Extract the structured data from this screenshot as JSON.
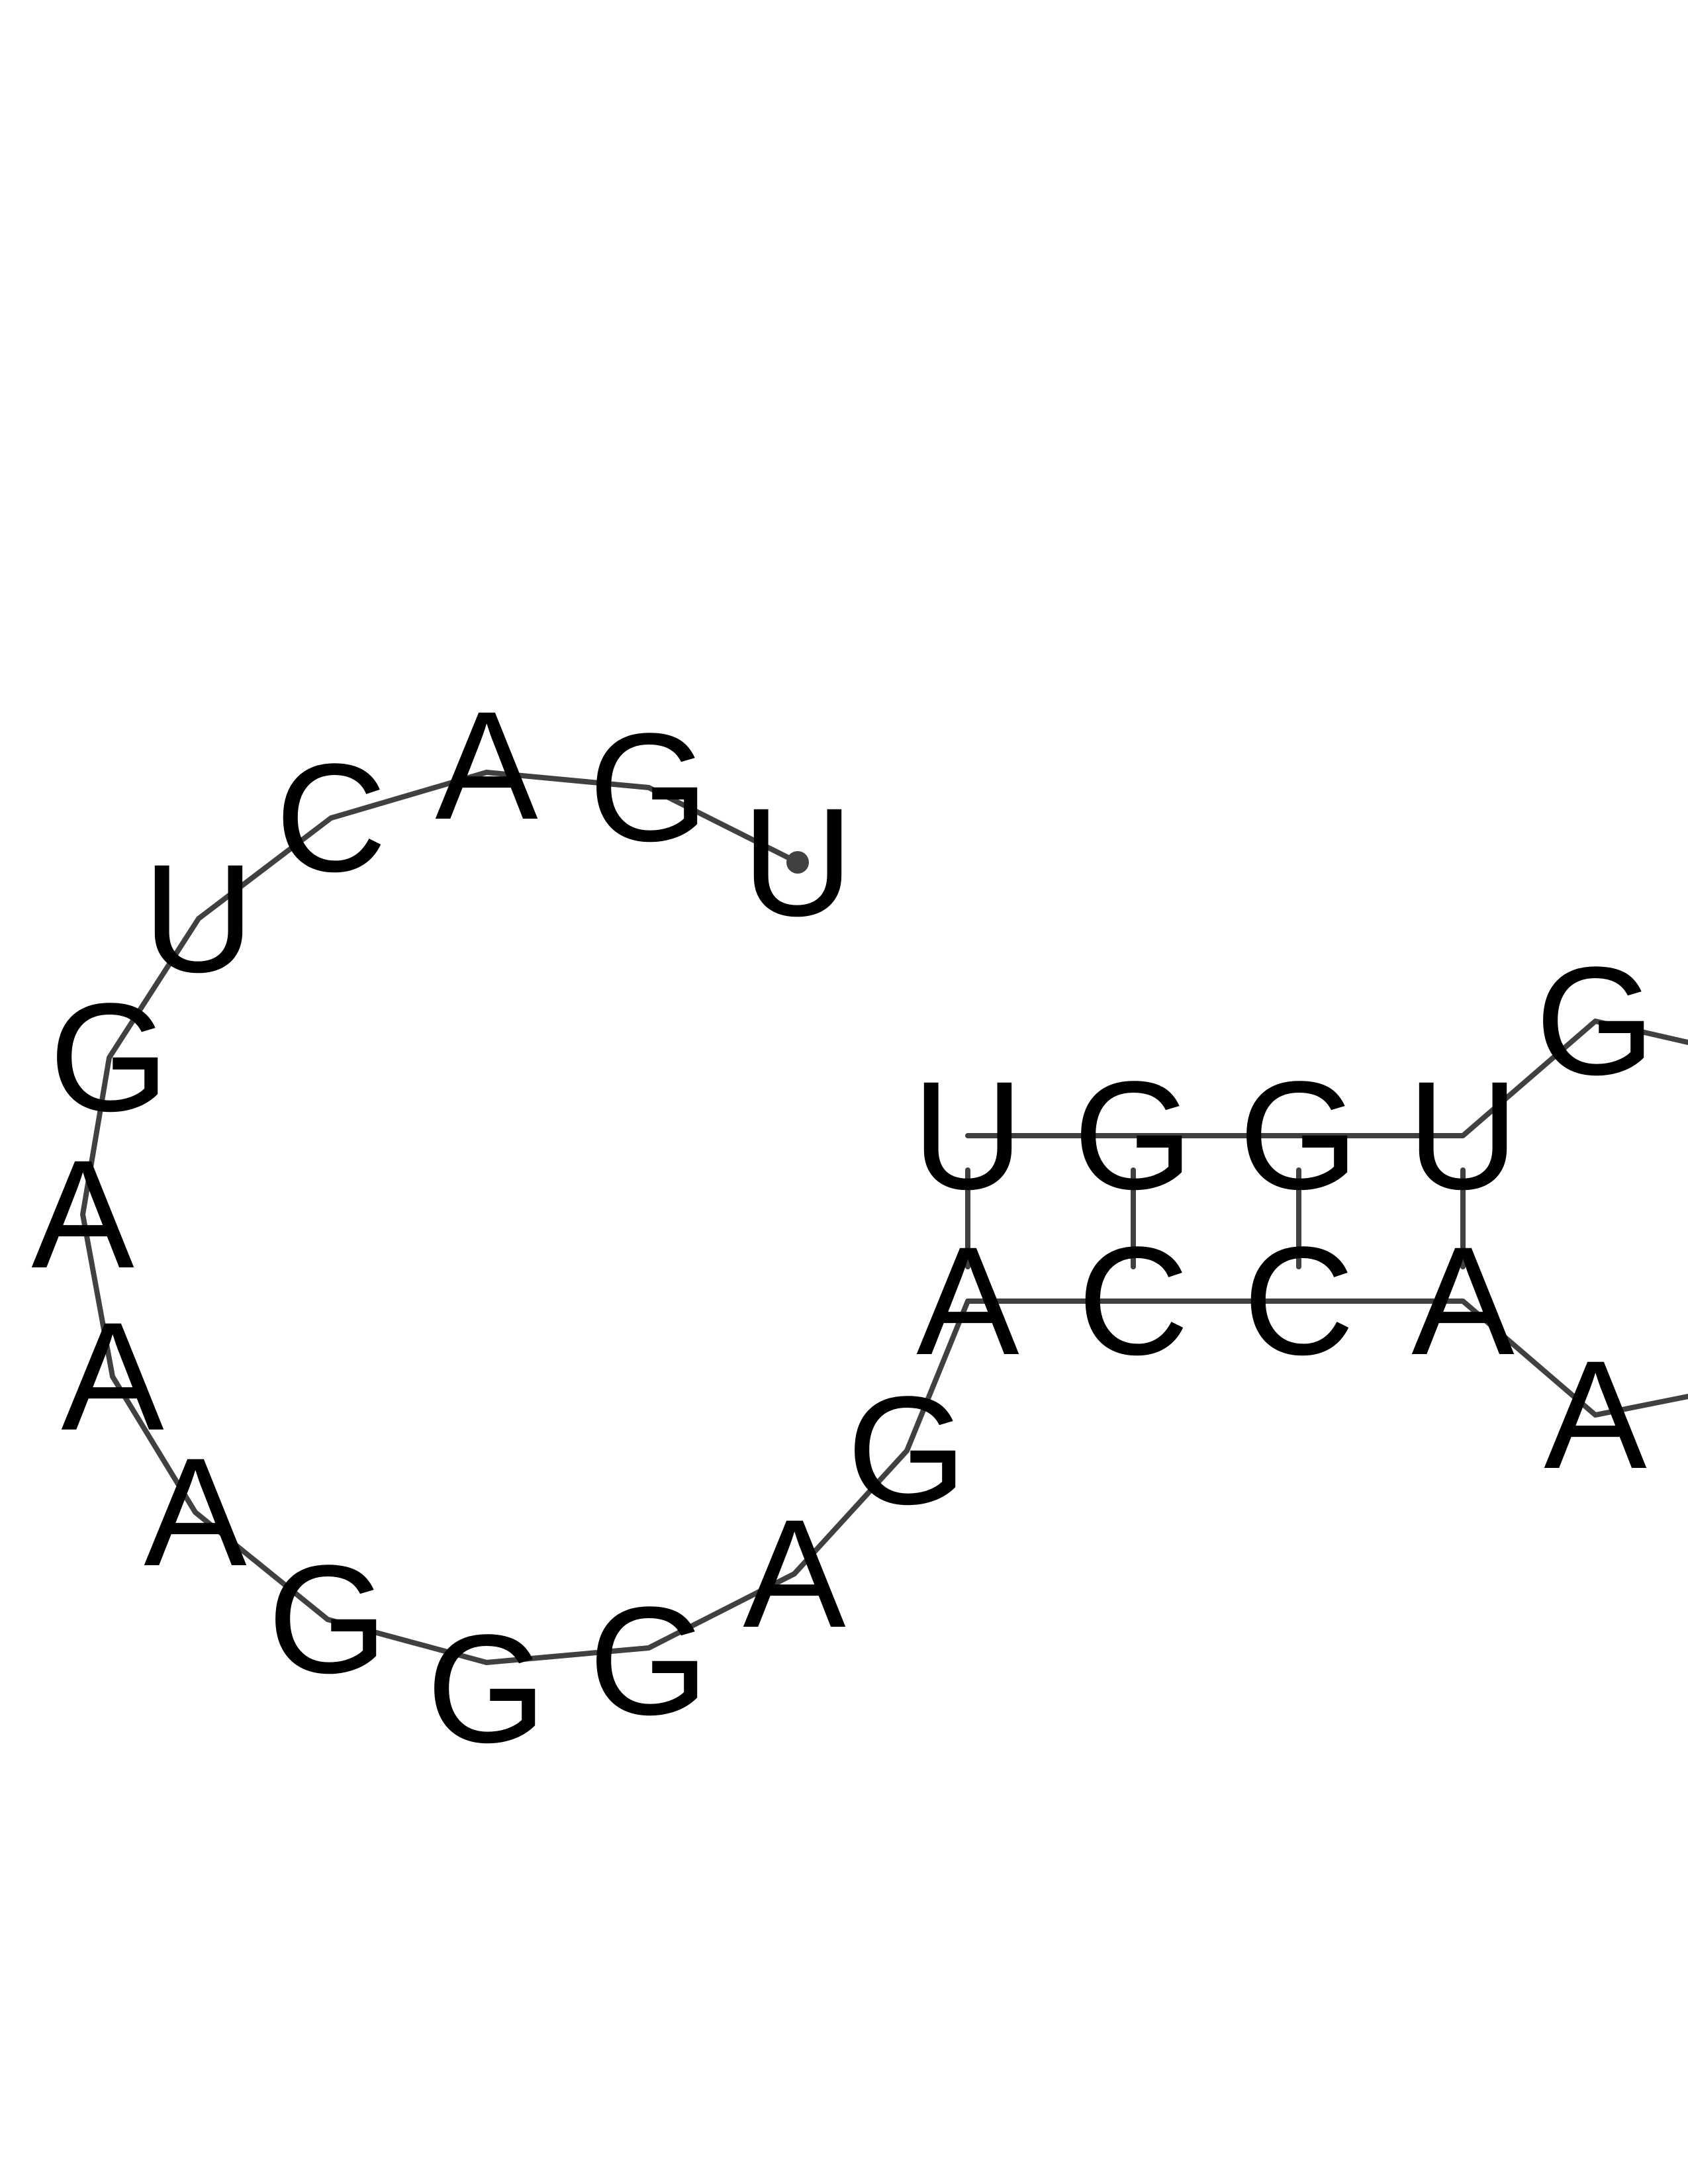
{
  "diagram": {
    "type": "rna-secondary-structure",
    "colors": {
      "background": "#ffffff",
      "backbone": "#404040",
      "base_pair": "#404040",
      "nucleotide_text": "#000000"
    },
    "loop_sequence": [
      "U",
      "G",
      "A",
      "C",
      "U",
      "G",
      "A",
      "A",
      "A",
      "G",
      "G",
      "G",
      "A",
      "G"
    ],
    "stem_top_strand": [
      "U",
      "G",
      "G",
      "U"
    ],
    "stem_bottom_strand": [
      "A",
      "C",
      "C",
      "A"
    ],
    "right_partial": [
      "G",
      "A"
    ],
    "base_pairs": [
      [
        "U",
        "A"
      ],
      [
        "G",
        "C"
      ],
      [
        "G",
        "C"
      ],
      [
        "U",
        "A"
      ]
    ]
  }
}
